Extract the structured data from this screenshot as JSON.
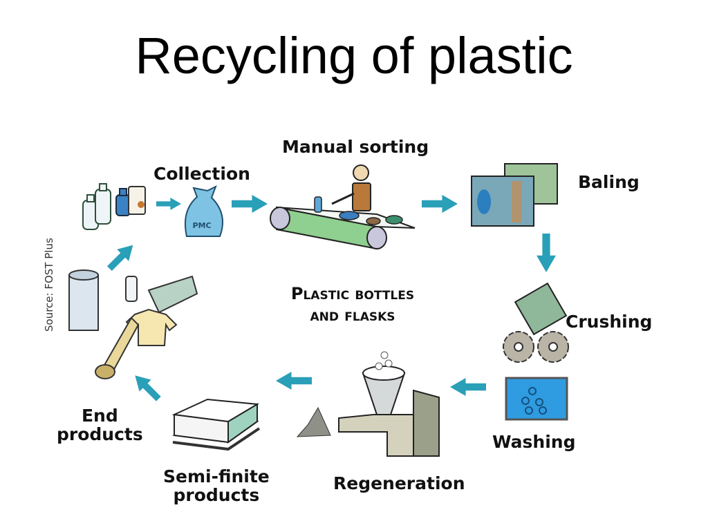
{
  "title": "Recycling of plastic",
  "center_label": {
    "line1": "Plastic bottles",
    "line2": "and flasks"
  },
  "source": "Source: FOST Plus",
  "arrow_color": "#2a9fb8",
  "steps": [
    {
      "id": "collection",
      "label": "Collection",
      "bag_text": "PMC"
    },
    {
      "id": "manual-sorting",
      "label": "Manual sorting"
    },
    {
      "id": "baling",
      "label": "Baling"
    },
    {
      "id": "crushing",
      "label": "Crushing"
    },
    {
      "id": "washing",
      "label": "Washing"
    },
    {
      "id": "regeneration",
      "label": "Regeneration"
    },
    {
      "id": "semi-finite-products",
      "label_line1": "Semi-finite",
      "label_line2": "products"
    },
    {
      "id": "end-products",
      "label_line1": "End",
      "label_line2": "products"
    }
  ]
}
